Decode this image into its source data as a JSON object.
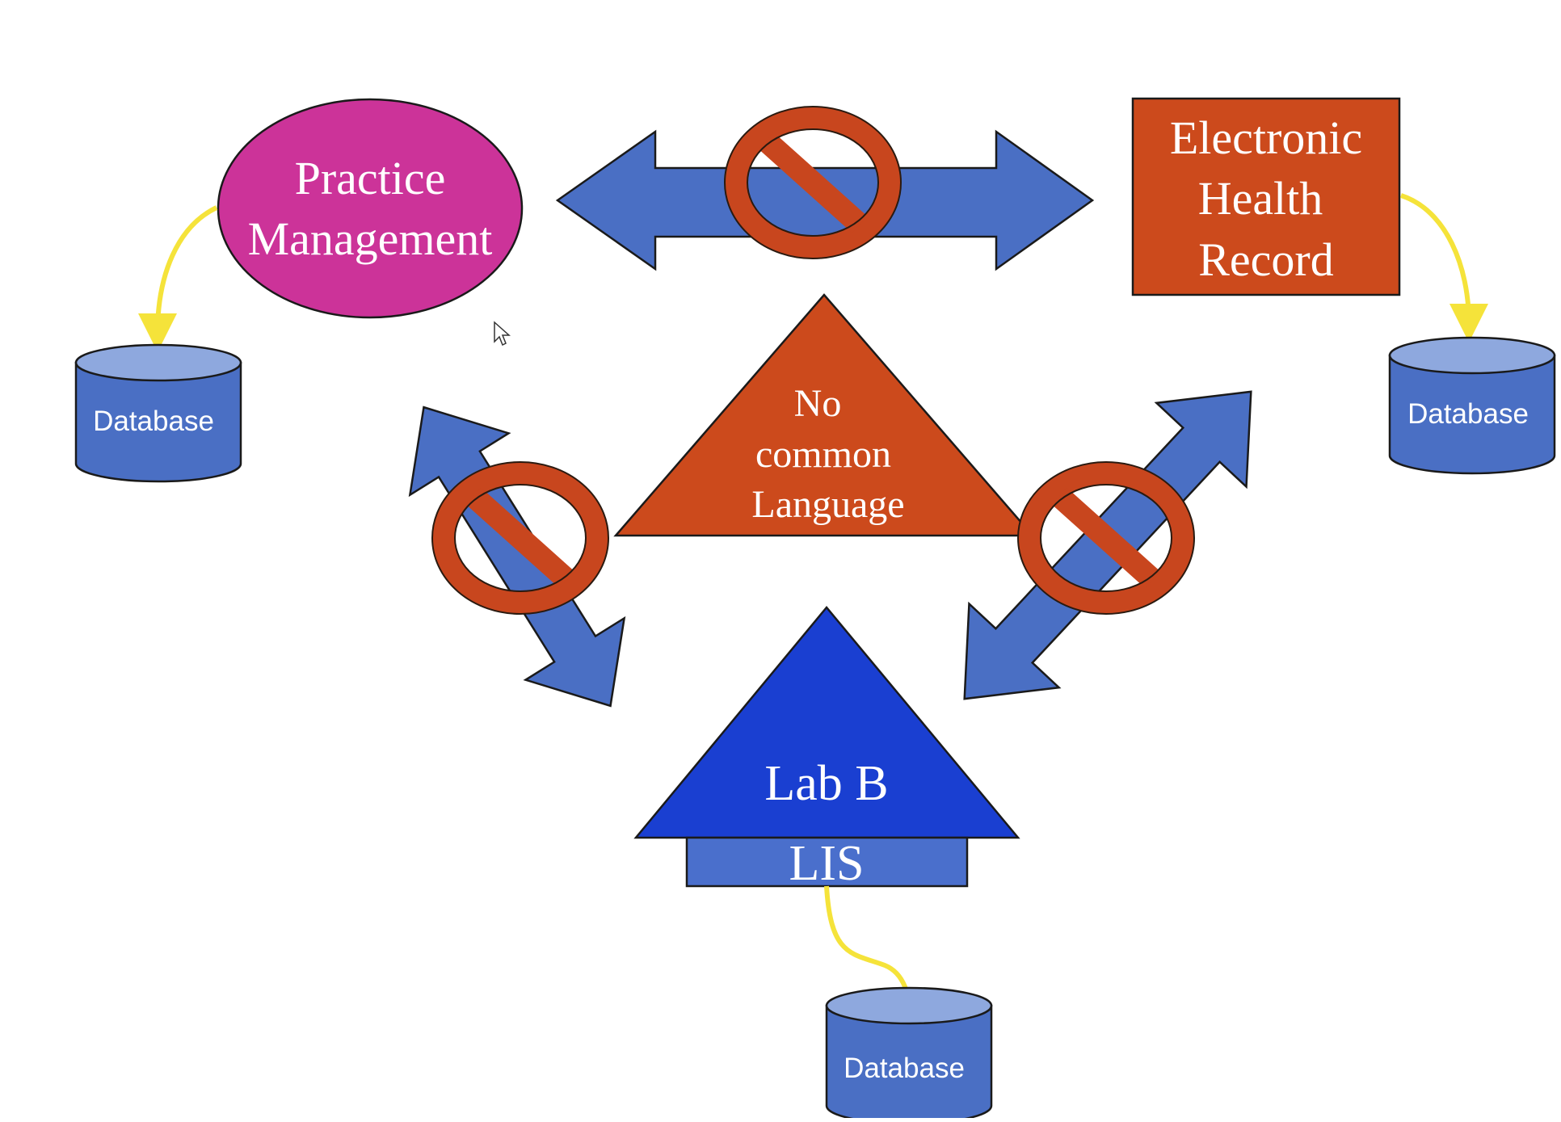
{
  "diagram": {
    "nodes": {
      "practice_management": {
        "line1": "Practice",
        "line2": "Management",
        "color": "#cc3399"
      },
      "ehr": {
        "line1": "Electronic",
        "line2": "Health",
        "line3": "Record",
        "color": "#cc4a1c"
      },
      "no_common_language": {
        "line1": "No",
        "line2": "common",
        "line3": "Language",
        "color": "#cc4a1c"
      },
      "lab": {
        "label": "Lab B",
        "color": "#1a3fd1"
      },
      "lis": {
        "label": "LIS",
        "color": "#4a6fcc"
      }
    },
    "databases": [
      {
        "label": "Database",
        "attached_to": "Practice Management"
      },
      {
        "label": "Database",
        "attached_to": "Electronic Health Record"
      },
      {
        "label": "Database",
        "attached_to": "LIS"
      }
    ],
    "colors": {
      "arrow": "#4a6fc4",
      "prohibited_sign": "#c8461e",
      "database_body": "#4a6fc4",
      "database_top": "#8ea8de",
      "connector": "#f5e33a"
    }
  }
}
